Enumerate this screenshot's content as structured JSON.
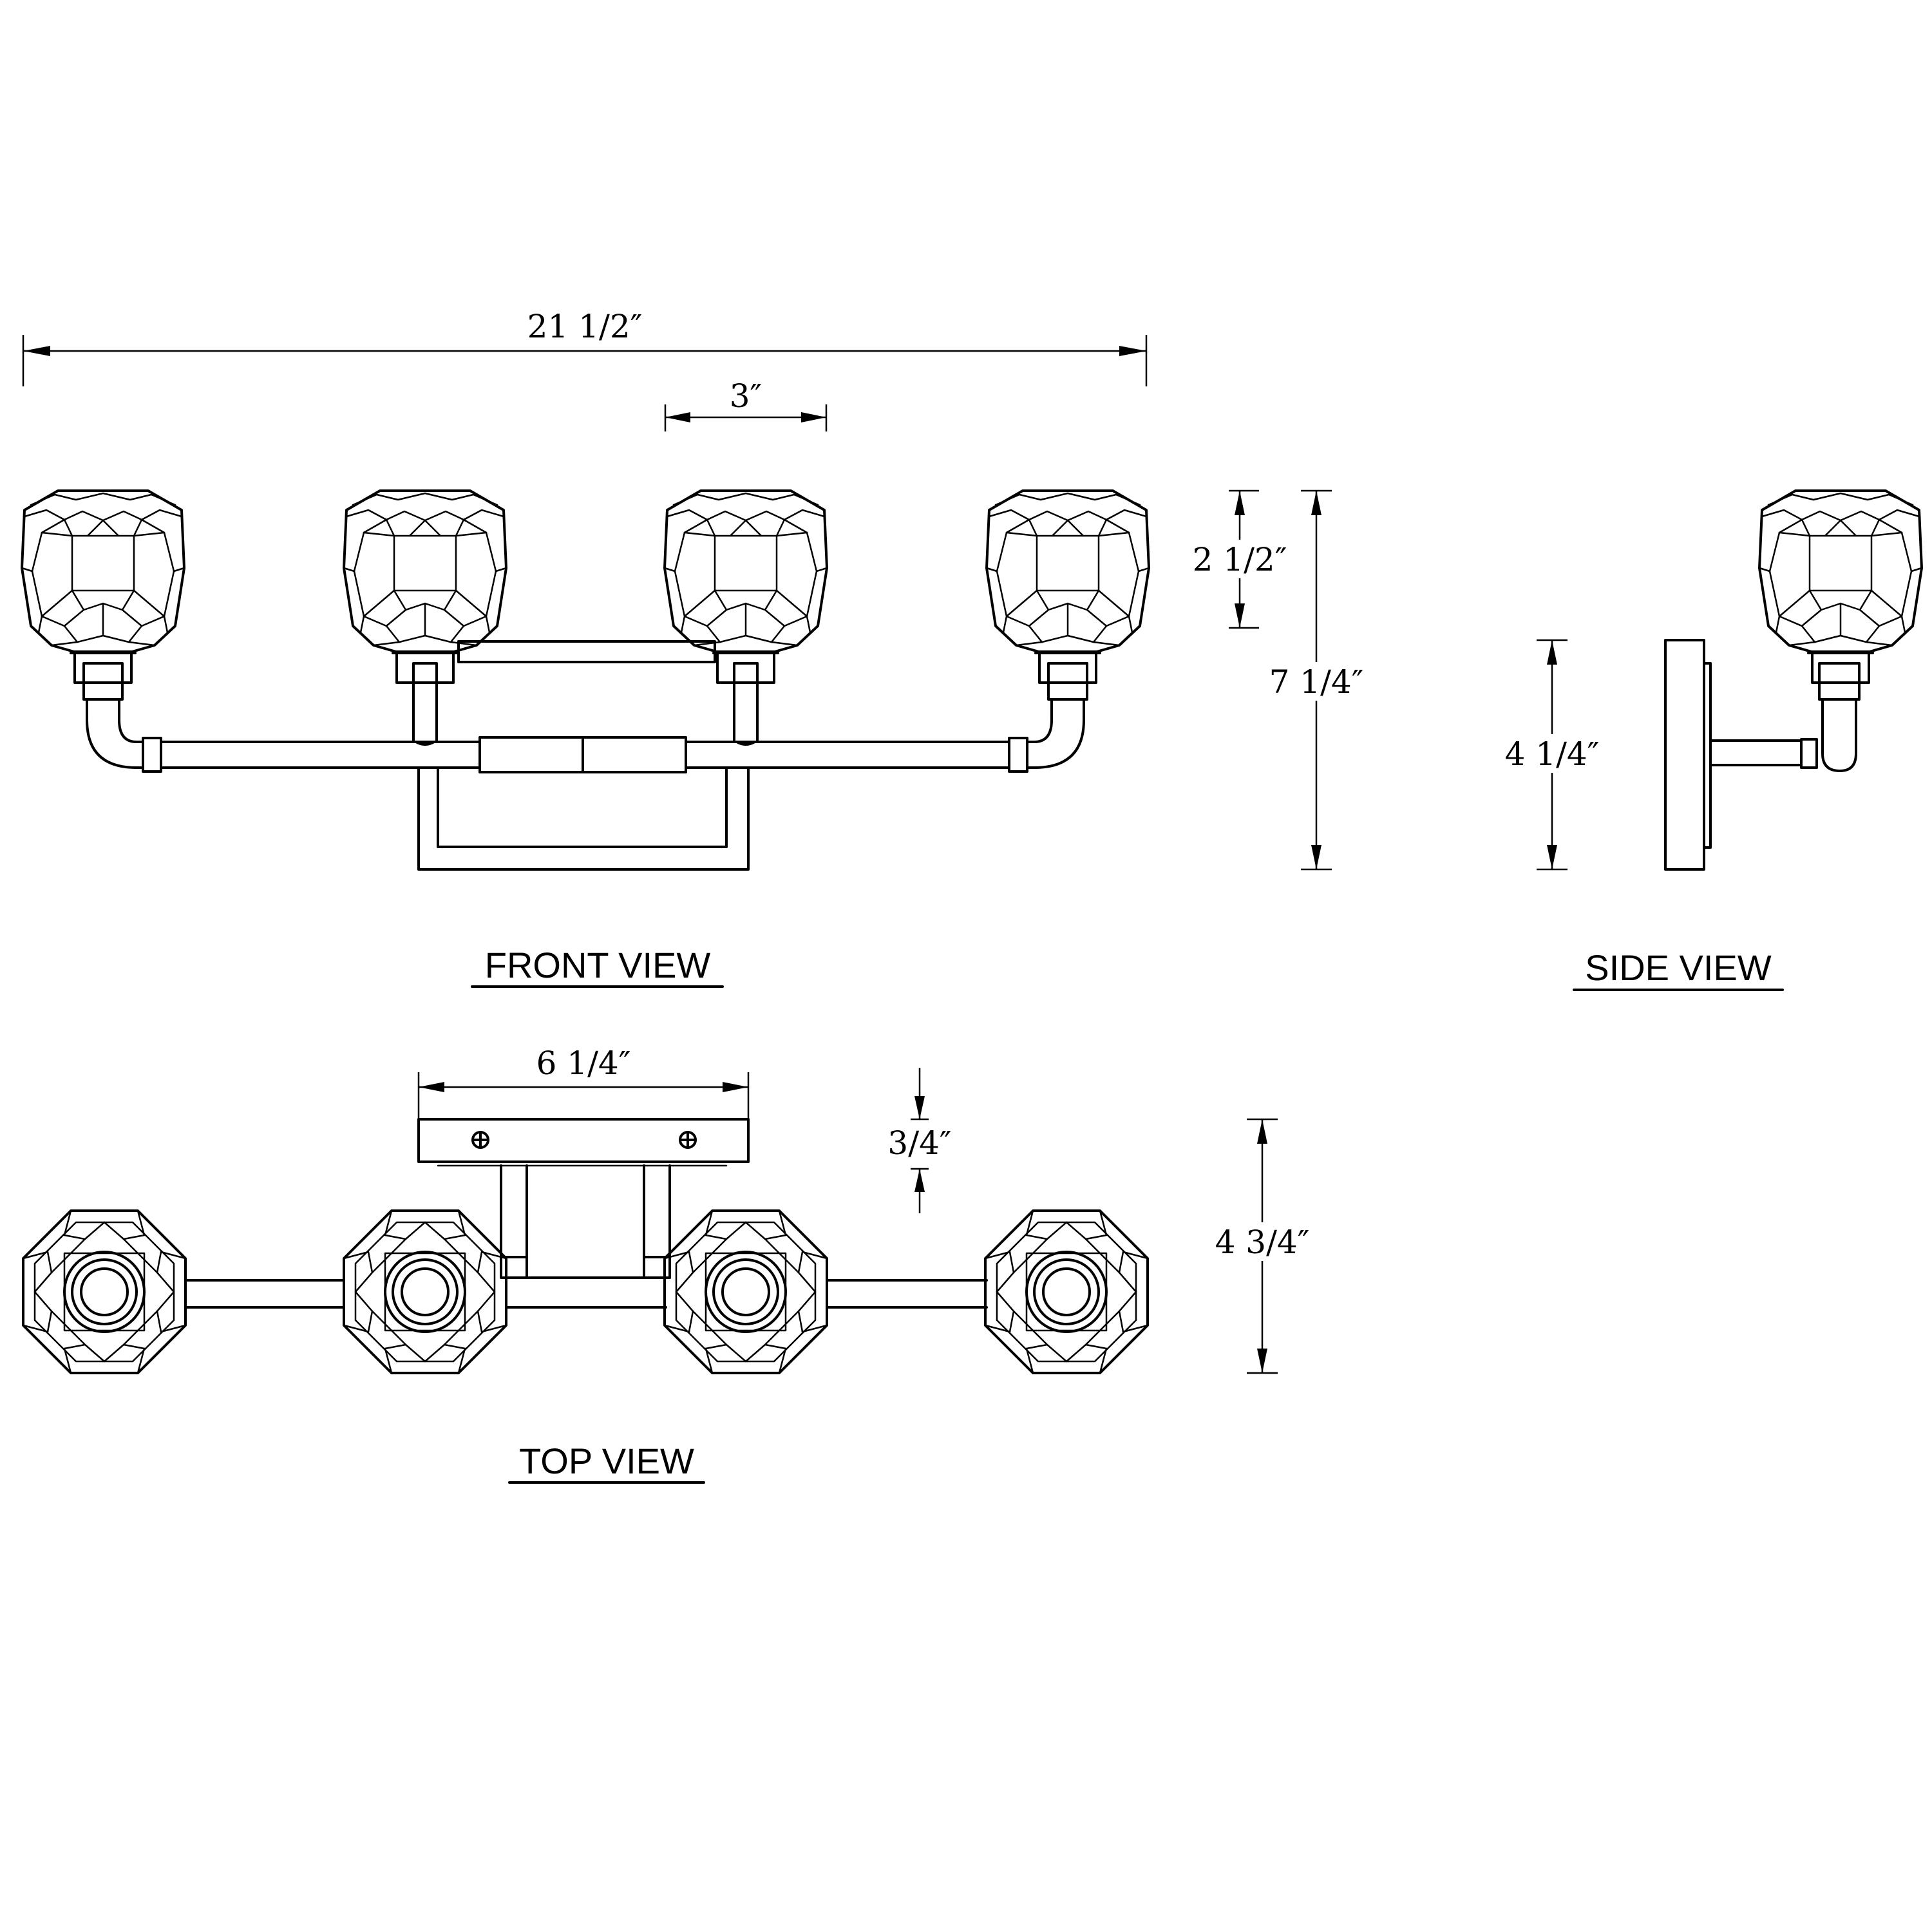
{
  "dimensions": {
    "overall_width": "21 1/2″",
    "spacing": "3″",
    "shade_height": "2 1/2″",
    "overall_height": "7 1/4″",
    "side_height": "4 1/4″",
    "backplate_width": "6 1/4″",
    "backplate_depth": "3/4″",
    "overall_depth": "4 3/4″"
  },
  "views": {
    "front": "FRONT VIEW",
    "side": "SIDE VIEW",
    "top": "TOP VIEW"
  },
  "colors": {
    "line": "#000000",
    "background": "#ffffff"
  }
}
